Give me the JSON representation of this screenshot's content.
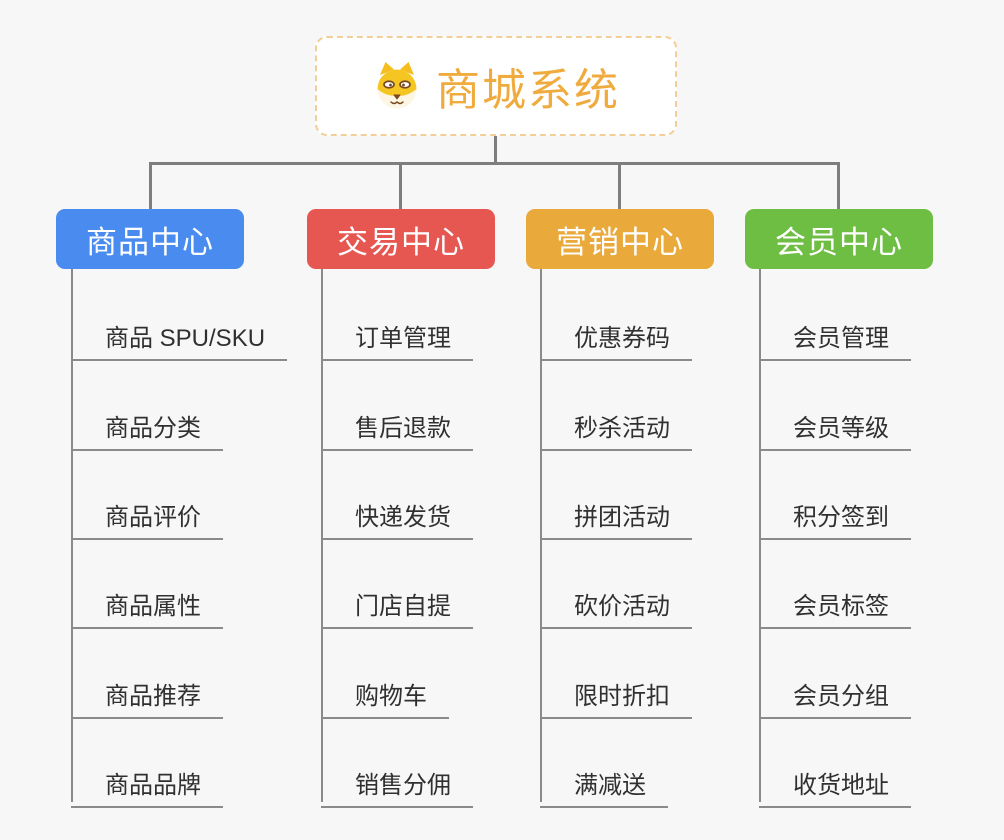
{
  "page": {
    "background_color": "#f7f7f7",
    "connector_color": "#7e7e7e",
    "underline_color": "#8a8a8a"
  },
  "root": {
    "title": "商城系统",
    "icon": "dog-face-icon",
    "text_color": "#f0ab3e",
    "border_color": "#f3ce96",
    "background": "#ffffff"
  },
  "branches": [
    {
      "label": "商品中心",
      "color": "#4a8bf0",
      "items": [
        "商品 SPU/SKU",
        "商品分类",
        "商品评价",
        "商品属性",
        "商品推荐",
        "商品品牌"
      ]
    },
    {
      "label": "交易中心",
      "color": "#e65752",
      "items": [
        "订单管理",
        "售后退款",
        "快递发货",
        "门店自提",
        "购物车",
        "销售分佣"
      ]
    },
    {
      "label": "营销中心",
      "color": "#eaa93b",
      "items": [
        "优惠券码",
        "秒杀活动",
        "拼团活动",
        "砍价活动",
        "限时折扣",
        "满减送"
      ]
    },
    {
      "label": "会员中心",
      "color": "#6ebe44",
      "items": [
        "会员管理",
        "会员等级",
        "积分签到",
        "会员标签",
        "会员分组",
        "收货地址"
      ]
    }
  ]
}
